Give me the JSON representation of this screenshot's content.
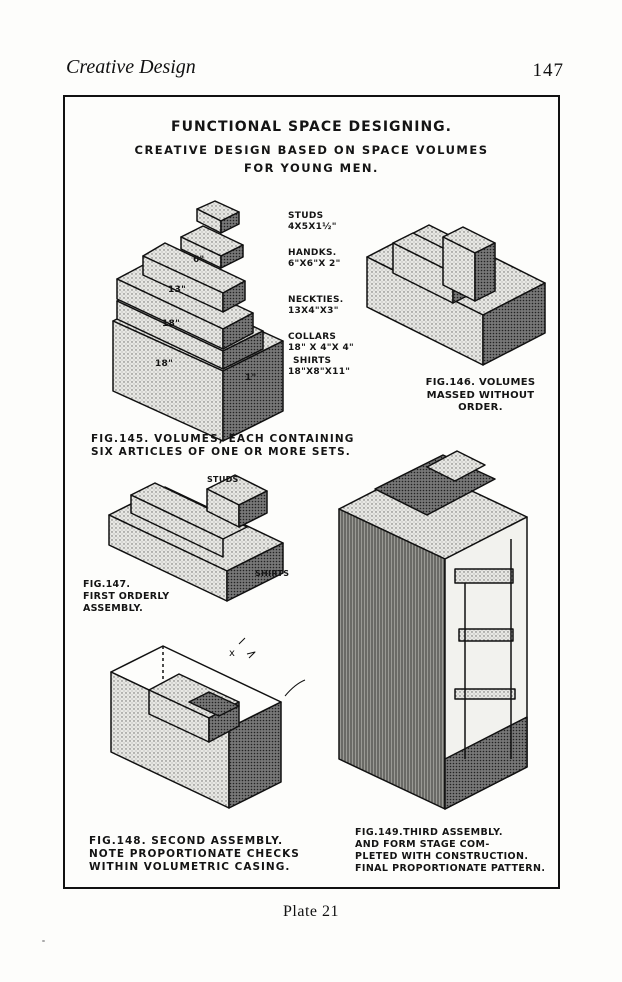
{
  "header": {
    "running_head": "Creative Design",
    "page_number": "147"
  },
  "plate": {
    "title": "Functional Space Designing.",
    "subtitle": "Creative design  based on space volumes\nfor young men.",
    "labels": {
      "studs": "Studs",
      "studs_dims": "4x5x1½\"",
      "handks": "Handks.",
      "handks_dims": "6\"x6\"x 2\"",
      "neckties": "Neckties.",
      "neckties_dims": "13x4\"x3\"",
      "collars": "Collars",
      "collars_dims": "18\" x 4\"x 4\"",
      "shirts": "Shirts",
      "shirts_dims": "18\"x8\"x11\"",
      "block_6": "6\"",
      "block_13": "13\"",
      "block_18a": "18\"",
      "block_18b": "18\"",
      "block_1": "1\"",
      "studs_small": "Studs",
      "shirts_small": "Shirts"
    },
    "captions": {
      "fig145": "Fig.145. Volumes, each containing\nsix articles  of one or more sets.",
      "fig146": "Fig.146. Volumes\nmassed without order.",
      "fig147": "Fig.147.\nFirst orderly\nassembly.",
      "fig148": "Fig.148.  Second assembly.\nNote proportionate checks\nwithin volumetric casing.",
      "fig149": "Fig.149.Third assembly.\nand form  stage com-\npleted with construction.\nfinal proportionate pattern."
    }
  },
  "footer": {
    "plate_caption": "Plate 21"
  }
}
